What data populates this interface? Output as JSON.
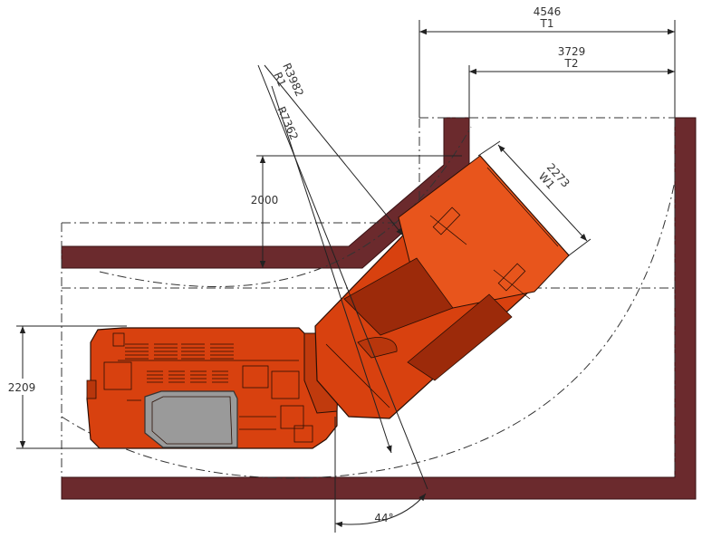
{
  "colors": {
    "wall": "#6b2a2d",
    "wall_edge": "#3a1114",
    "machine": "#d8410f",
    "machine_dark": "#9c2a0a",
    "machine_light": "#e8551c",
    "engine_cover": "#9a9a9a",
    "line": "#222222"
  },
  "dimensions": {
    "t1_value": "4546",
    "t1_label": "T1",
    "t2_value": "3729",
    "t2_label": "T2",
    "r1_value": "R3982",
    "r1_label": "R1",
    "r2_value": "R7362",
    "w1_value": "2273",
    "w1_label": "W1",
    "gap_value": "2000",
    "width_value": "2209",
    "angle_value": "44°"
  }
}
